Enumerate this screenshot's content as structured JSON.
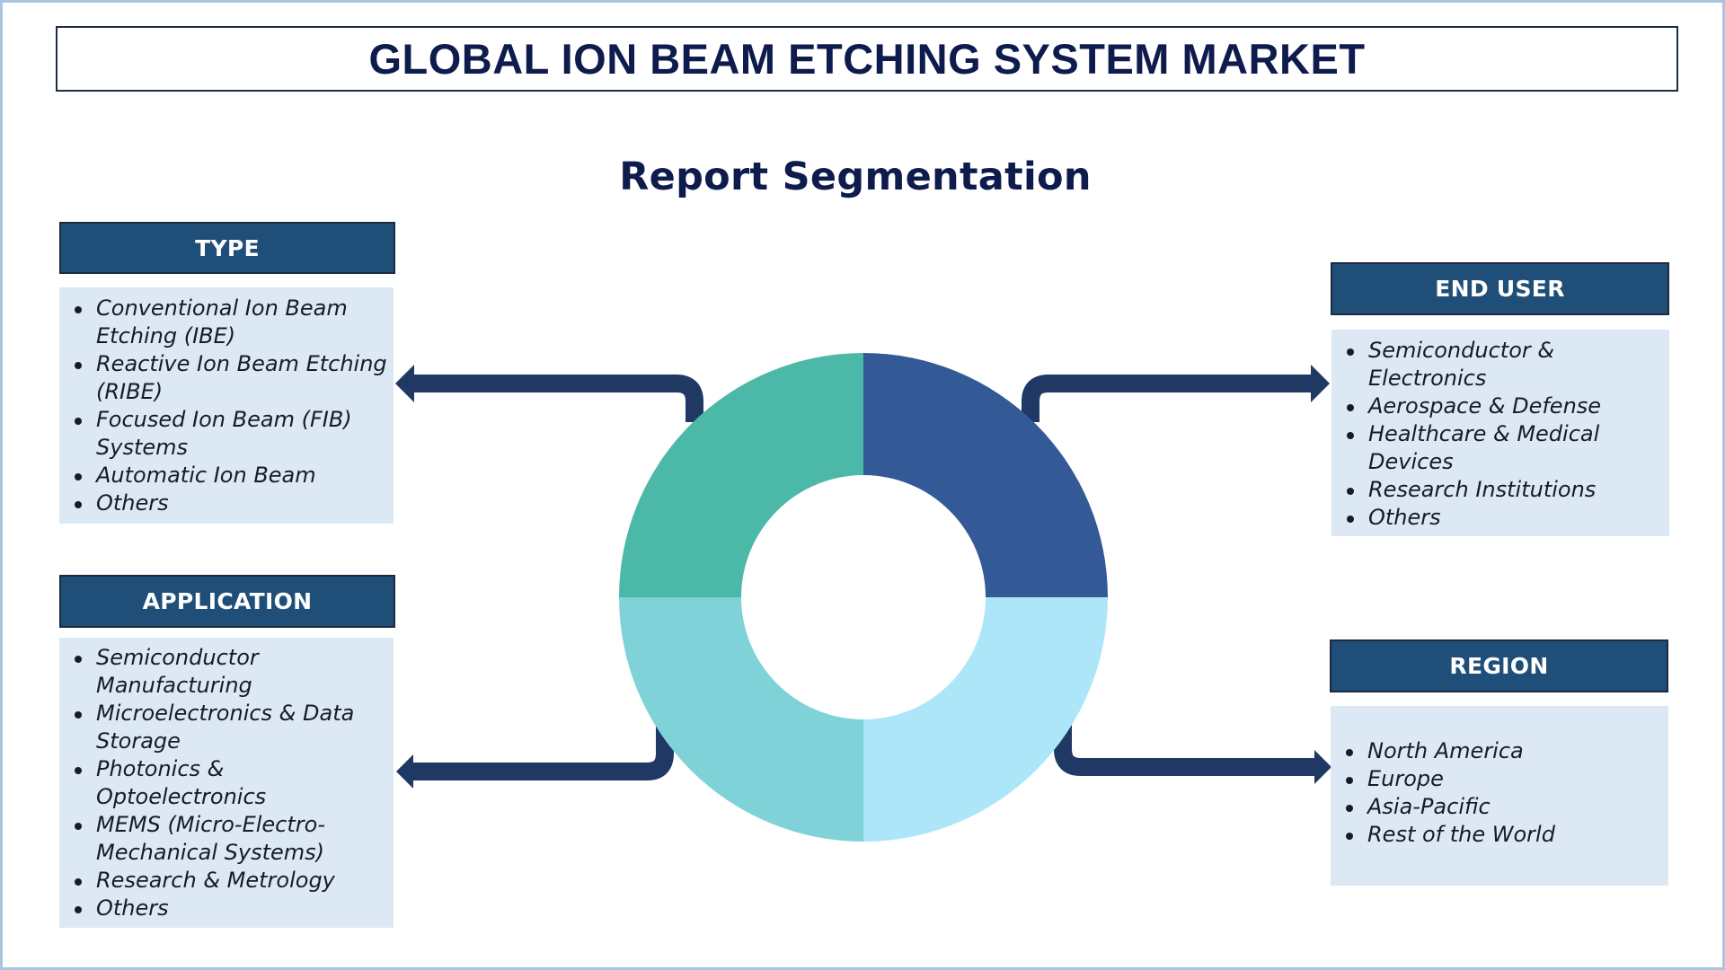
{
  "header": {
    "title": "GLOBAL ION BEAM ETCHING SYSTEM MARKET",
    "subtitle": "Report Segmentation"
  },
  "segments": {
    "type": {
      "label": "TYPE",
      "items": [
        "Conventional Ion Beam Etching (IBE)",
        "Reactive Ion Beam Etching (RIBE)",
        "Focused Ion Beam (FIB) Systems",
        "Automatic Ion Beam",
        "Others"
      ]
    },
    "application": {
      "label": "APPLICATION",
      "items": [
        "Semiconductor Manufacturing",
        "Microelectronics & Data Storage",
        "Photonics & Optoelectronics",
        "MEMS (Micro-Electro-Mechanical Systems)",
        "Research & Metrology",
        "Others"
      ]
    },
    "end_user": {
      "label": "END USER",
      "items": [
        "Semiconductor & Electronics",
        "Aerospace & Defense",
        "Healthcare & Medical Devices",
        "Research Institutions",
        "Others"
      ]
    },
    "region": {
      "label": "REGION",
      "items": [
        "North America",
        "Europe",
        "Asia-Pacific",
        "Rest of the World"
      ]
    }
  },
  "donut": {
    "quadrants": [
      {
        "position": "top-left",
        "color": "#4cb8a8"
      },
      {
        "position": "top-right",
        "color": "#335a96"
      },
      {
        "position": "bottom-left",
        "color": "#7fd3d8"
      },
      {
        "position": "bottom-right",
        "color": "#ade6f8"
      }
    ]
  },
  "colors": {
    "title_text": "#0d1b4d",
    "header_bg": "#1f4e79",
    "body_bg": "#dde8f5",
    "arrow": "#1f3864",
    "frame_border": "#a9c6de"
  }
}
